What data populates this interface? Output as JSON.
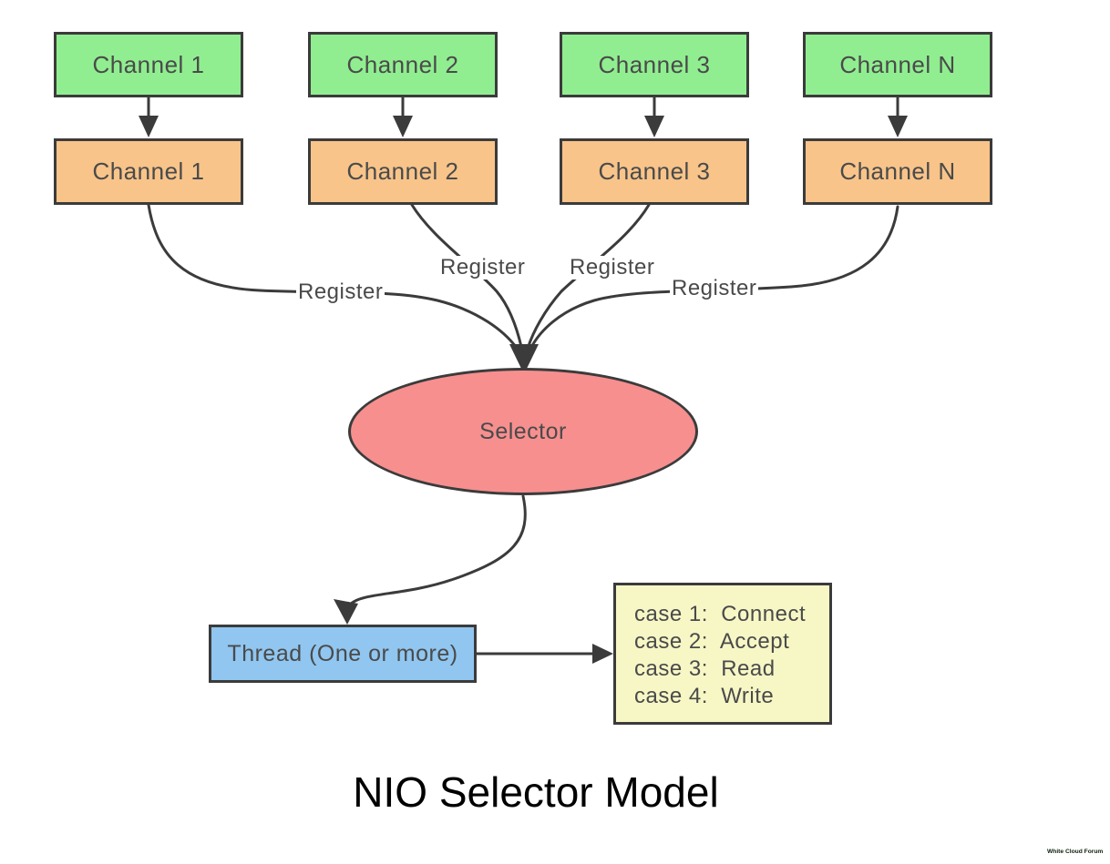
{
  "title": "NIO Selector Model",
  "watermark": "White Cloud Forum",
  "colors": {
    "channel_top_fill": "#90EE90",
    "channel_bottom_fill": "#F8C48A",
    "selector_fill": "#F78F8F",
    "thread_fill": "#90C6F0",
    "case_fill": "#F7F7C6",
    "stroke": "#3B3B3B",
    "label_text": "#4A4A4A"
  },
  "nodes": {
    "channels_top": [
      "Channel 1",
      "Channel 2",
      "Channel 3",
      "Channel N"
    ],
    "channels_bottom": [
      "Channel 1",
      "Channel 2",
      "Channel 3",
      "Channel N"
    ],
    "selector": "Selector",
    "thread": "Thread (One or more)",
    "cases": [
      "case 1:  Connect",
      "case 2:  Accept",
      "case 3:  Read",
      "case 4:  Write"
    ]
  },
  "edges": {
    "register_labels": [
      "Register",
      "Register",
      "Register",
      "Register"
    ]
  }
}
